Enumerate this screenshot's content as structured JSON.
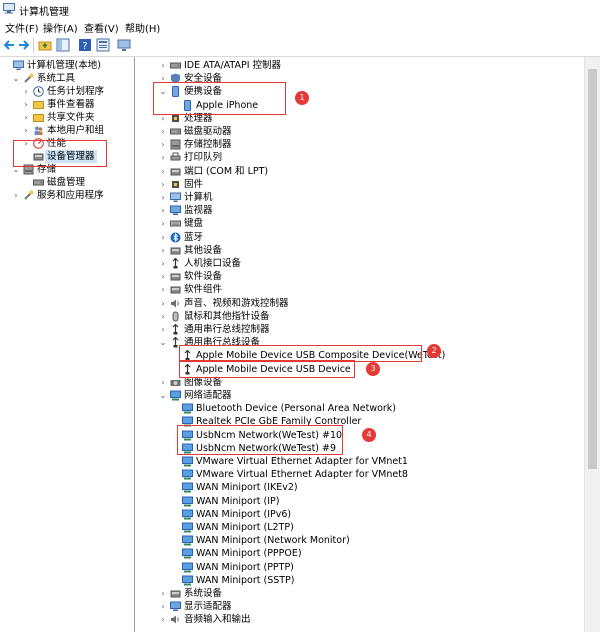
{
  "window": {
    "title": "计算机管理"
  },
  "menu": {
    "file": "文件(F)",
    "action": "操作(A)",
    "view": "查看(V)",
    "help": "帮助(H)"
  },
  "left_tree": [
    {
      "label": "计算机管理(本地)",
      "depth": 0,
      "chev": ""
    },
    {
      "label": "系统工具",
      "depth": 1,
      "chev": "v"
    },
    {
      "label": "任务计划程序",
      "depth": 2,
      "chev": ">"
    },
    {
      "label": "事件查看器",
      "depth": 2,
      "chev": ">"
    },
    {
      "label": "共享文件夹",
      "depth": 2,
      "chev": ">"
    },
    {
      "label": "本地用户和组",
      "depth": 2,
      "chev": ">"
    },
    {
      "label": "性能",
      "depth": 2,
      "chev": ">"
    },
    {
      "label": "设备管理器",
      "depth": 2,
      "chev": "",
      "selected": true
    },
    {
      "label": "存储",
      "depth": 1,
      "chev": "v"
    },
    {
      "label": "磁盘管理",
      "depth": 2,
      "chev": ""
    },
    {
      "label": "服务和应用程序",
      "depth": 1,
      "chev": ">"
    }
  ],
  "right_tree": [
    {
      "label": "IDE ATA/ATAPI 控制器",
      "depth": 0,
      "chev": ">"
    },
    {
      "label": "安全设备",
      "depth": 0,
      "chev": ">"
    },
    {
      "label": "便携设备",
      "depth": 0,
      "chev": "v"
    },
    {
      "label": "Apple iPhone",
      "depth": 1,
      "chev": ""
    },
    {
      "label": "处理器",
      "depth": 0,
      "chev": ">"
    },
    {
      "label": "磁盘驱动器",
      "depth": 0,
      "chev": ">"
    },
    {
      "label": "存储控制器",
      "depth": 0,
      "chev": ">"
    },
    {
      "label": "打印队列",
      "depth": 0,
      "chev": ">"
    },
    {
      "label": "端口 (COM 和 LPT)",
      "depth": 0,
      "chev": ">"
    },
    {
      "label": "固件",
      "depth": 0,
      "chev": ">"
    },
    {
      "label": "计算机",
      "depth": 0,
      "chev": ">"
    },
    {
      "label": "监视器",
      "depth": 0,
      "chev": ">"
    },
    {
      "label": "键盘",
      "depth": 0,
      "chev": ">"
    },
    {
      "label": "蓝牙",
      "depth": 0,
      "chev": ">"
    },
    {
      "label": "其他设备",
      "depth": 0,
      "chev": ">"
    },
    {
      "label": "人机接口设备",
      "depth": 0,
      "chev": ">"
    },
    {
      "label": "软件设备",
      "depth": 0,
      "chev": ">"
    },
    {
      "label": "软件组件",
      "depth": 0,
      "chev": ">"
    },
    {
      "label": "声音、视频和游戏控制器",
      "depth": 0,
      "chev": ">"
    },
    {
      "label": "鼠标和其他指针设备",
      "depth": 0,
      "chev": ">"
    },
    {
      "label": "通用串行总线控制器",
      "depth": 0,
      "chev": ">"
    },
    {
      "label": "通用串行总线设备",
      "depth": 0,
      "chev": "v"
    },
    {
      "label": "Apple Mobile Device USB Composite Device(WeTest)",
      "depth": 1,
      "chev": ""
    },
    {
      "label": "Apple Mobile Device USB Device",
      "depth": 1,
      "chev": ""
    },
    {
      "label": "图像设备",
      "depth": 0,
      "chev": ">"
    },
    {
      "label": "网络适配器",
      "depth": 0,
      "chev": "v"
    },
    {
      "label": "Bluetooth Device (Personal Area Network)",
      "depth": 1,
      "chev": ""
    },
    {
      "label": "Realtek PCIe GbE Family Controller",
      "depth": 1,
      "chev": ""
    },
    {
      "label": "UsbNcm Network(WeTest) #10",
      "depth": 1,
      "chev": ""
    },
    {
      "label": "UsbNcm Network(WeTest) #9",
      "depth": 1,
      "chev": ""
    },
    {
      "label": "VMware Virtual Ethernet Adapter for VMnet1",
      "depth": 1,
      "chev": ""
    },
    {
      "label": "VMware Virtual Ethernet Adapter for VMnet8",
      "depth": 1,
      "chev": ""
    },
    {
      "label": "WAN Miniport (IKEv2)",
      "depth": 1,
      "chev": ""
    },
    {
      "label": "WAN Miniport (IP)",
      "depth": 1,
      "chev": ""
    },
    {
      "label": "WAN Miniport (IPv6)",
      "depth": 1,
      "chev": ""
    },
    {
      "label": "WAN Miniport (L2TP)",
      "depth": 1,
      "chev": ""
    },
    {
      "label": "WAN Miniport (Network Monitor)",
      "depth": 1,
      "chev": ""
    },
    {
      "label": "WAN Miniport (PPPOE)",
      "depth": 1,
      "chev": ""
    },
    {
      "label": "WAN Miniport (PPTP)",
      "depth": 1,
      "chev": ""
    },
    {
      "label": "WAN Miniport (SSTP)",
      "depth": 1,
      "chev": ""
    },
    {
      "label": "系统设备",
      "depth": 0,
      "chev": ">"
    },
    {
      "label": "显示适配器",
      "depth": 0,
      "chev": ">"
    },
    {
      "label": "音频输入和输出",
      "depth": 0,
      "chev": ">"
    }
  ],
  "annotations": {
    "b1": "1",
    "b2": "2",
    "b3": "3",
    "b4": "4"
  },
  "colors": {
    "highlight_border": "#e53935",
    "selection": "#cce4f7",
    "accent": "#1e88e5"
  }
}
